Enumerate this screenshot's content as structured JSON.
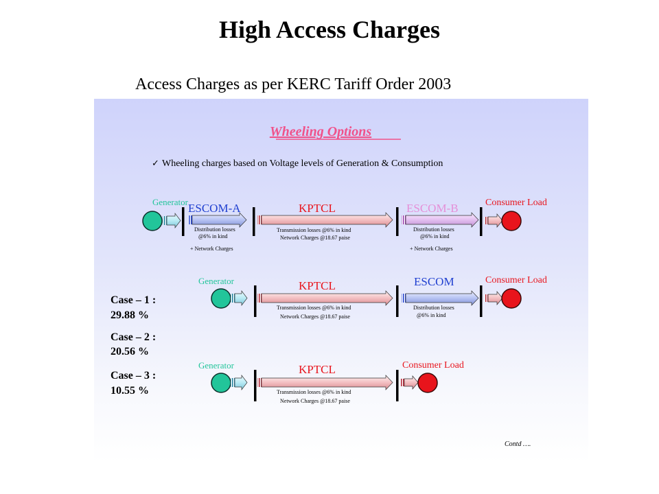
{
  "title": "High Access Charges",
  "subtitle": "Access Charges as per KERC Tariff Order 2003",
  "panel": {
    "heading": "Wheeling Options",
    "bullet_mark": "✓",
    "bullet": "Wheeling charges based on Voltage levels of Generation & Consumption",
    "footer": "Contd ….",
    "colors": {
      "generator": "#22c59a",
      "consumer": "#e8141c",
      "heading": "#f0528a",
      "escom_a": "#1f3fd0",
      "kptcl": "#e8141c",
      "escom_b": "#e58fd8",
      "escom": "#1f3fd0"
    }
  },
  "rows": {
    "r1": {
      "generator": "Generator",
      "seg1_name": "ESCOM-A",
      "seg1_note1": "Distribution losses",
      "seg1_note2": "@6% in kind",
      "seg1_note3": "+ Network Charges",
      "seg2_name": "KPTCL",
      "seg2_note1": "Transmission losses @6% in kind",
      "seg2_note2": "Network Charges @18.67 paise",
      "seg3_name": "ESCOM-B",
      "seg3_note1": "Distribution losses",
      "seg3_note2": "@6% in kind",
      "seg3_note3": "+ Network Charges",
      "consumer": "Consumer Load"
    },
    "r2": {
      "generator": "Generator",
      "seg2_name": "KPTCL",
      "seg2_note1": "Transmission losses @6% in kind",
      "seg2_note2": "Network Charges @18.67 paise",
      "seg3_name": "ESCOM",
      "seg3_note1": "Distribution losses",
      "seg3_note2": "@6% in kind",
      "consumer": "Consumer Load"
    },
    "r3": {
      "generator": "Generator",
      "seg2_name": "KPTCL",
      "seg2_note1": "Transmission losses @6% in kind",
      "seg2_note2": "Network Charges @18.67 paise",
      "consumer": "Consumer Load"
    }
  },
  "cases": {
    "c1_label": "Case – 1 :",
    "c1_value": "29.88 %",
    "c2_label": "Case – 2 :",
    "c2_value": "20.56 %",
    "c3_label": "Case – 3 :",
    "c3_value": "10.55 %"
  }
}
